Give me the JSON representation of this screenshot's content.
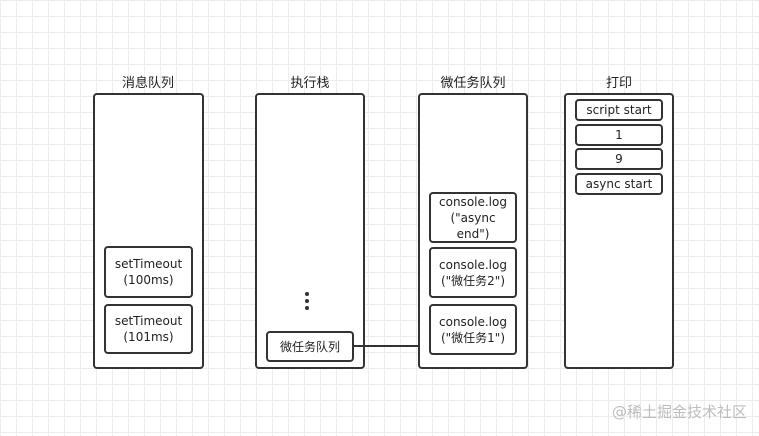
{
  "columns": {
    "message_queue": {
      "title": "消息队列",
      "items": [
        "setTimeout\n(100ms)",
        "setTimeout\n(101ms)"
      ]
    },
    "call_stack": {
      "title": "执行栈",
      "item": "微任务队列"
    },
    "microtask_queue": {
      "title": "微任务队列",
      "items": [
        "console.log\n(\"async\nend\")",
        "console.log\n(\"微任务2\")",
        "console.log\n(\"微任务1\")"
      ]
    },
    "print": {
      "title": "打印",
      "items": [
        "script start",
        "1",
        "9",
        "async start"
      ]
    }
  },
  "watermark": "@稀土掘金技术社区"
}
